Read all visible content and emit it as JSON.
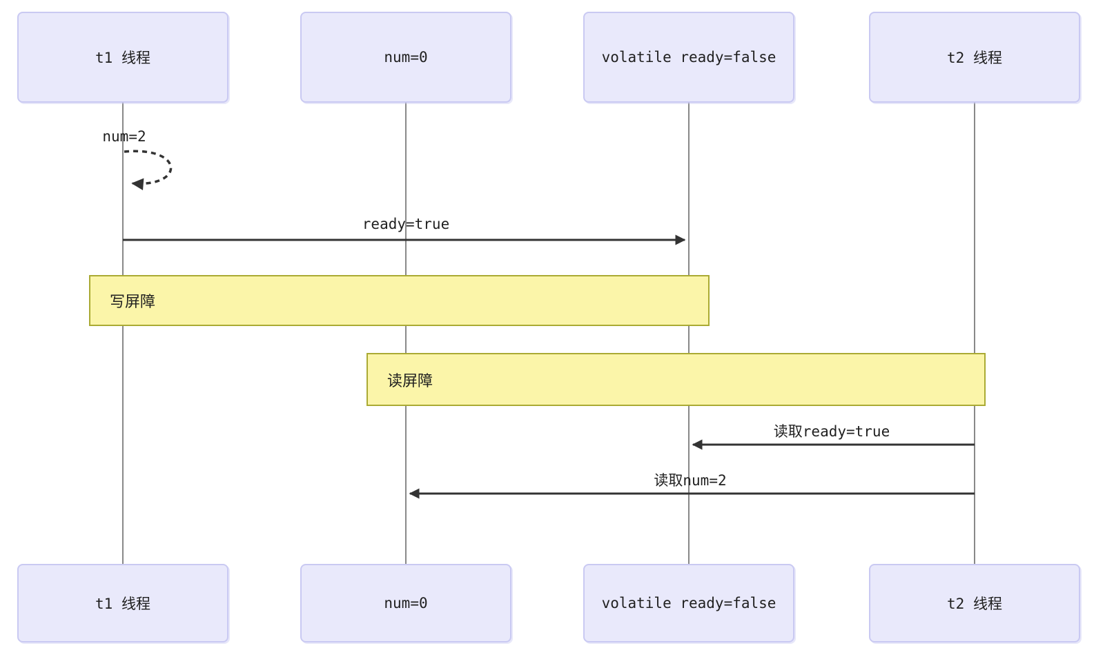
{
  "diagram": {
    "type": "sequence-diagram",
    "actors": [
      {
        "id": "t1",
        "label": "t1 线程"
      },
      {
        "id": "num",
        "label": "num=0"
      },
      {
        "id": "volatile",
        "label": "volatile ready=false"
      },
      {
        "id": "t2",
        "label": "t2 线程"
      }
    ],
    "messages": [
      {
        "from": "t1",
        "to": "t1",
        "label": "num=2",
        "line": "dotted",
        "direction": "self"
      },
      {
        "from": "t1",
        "to": "volatile",
        "label": "ready=true",
        "line": "solid",
        "direction": "right"
      },
      {
        "from": "t2",
        "to": "volatile",
        "label": "读取ready=true",
        "line": "solid",
        "direction": "left"
      },
      {
        "from": "t2",
        "to": "num",
        "label": "读取num=2",
        "line": "solid",
        "direction": "left"
      }
    ],
    "barriers": [
      {
        "id": "write-barrier",
        "label": "写屏障"
      },
      {
        "id": "read-barrier",
        "label": "读屏障"
      }
    ],
    "colors": {
      "actor-fill": "#e9e9fb",
      "actor-border": "#c9c9f2",
      "barrier-fill": "#fbf5a9",
      "barrier-border": "#aaaa33",
      "lifeline": "#888888",
      "arrow": "#333333",
      "text": "#1f1f1f",
      "background": "#ffffff"
    }
  }
}
